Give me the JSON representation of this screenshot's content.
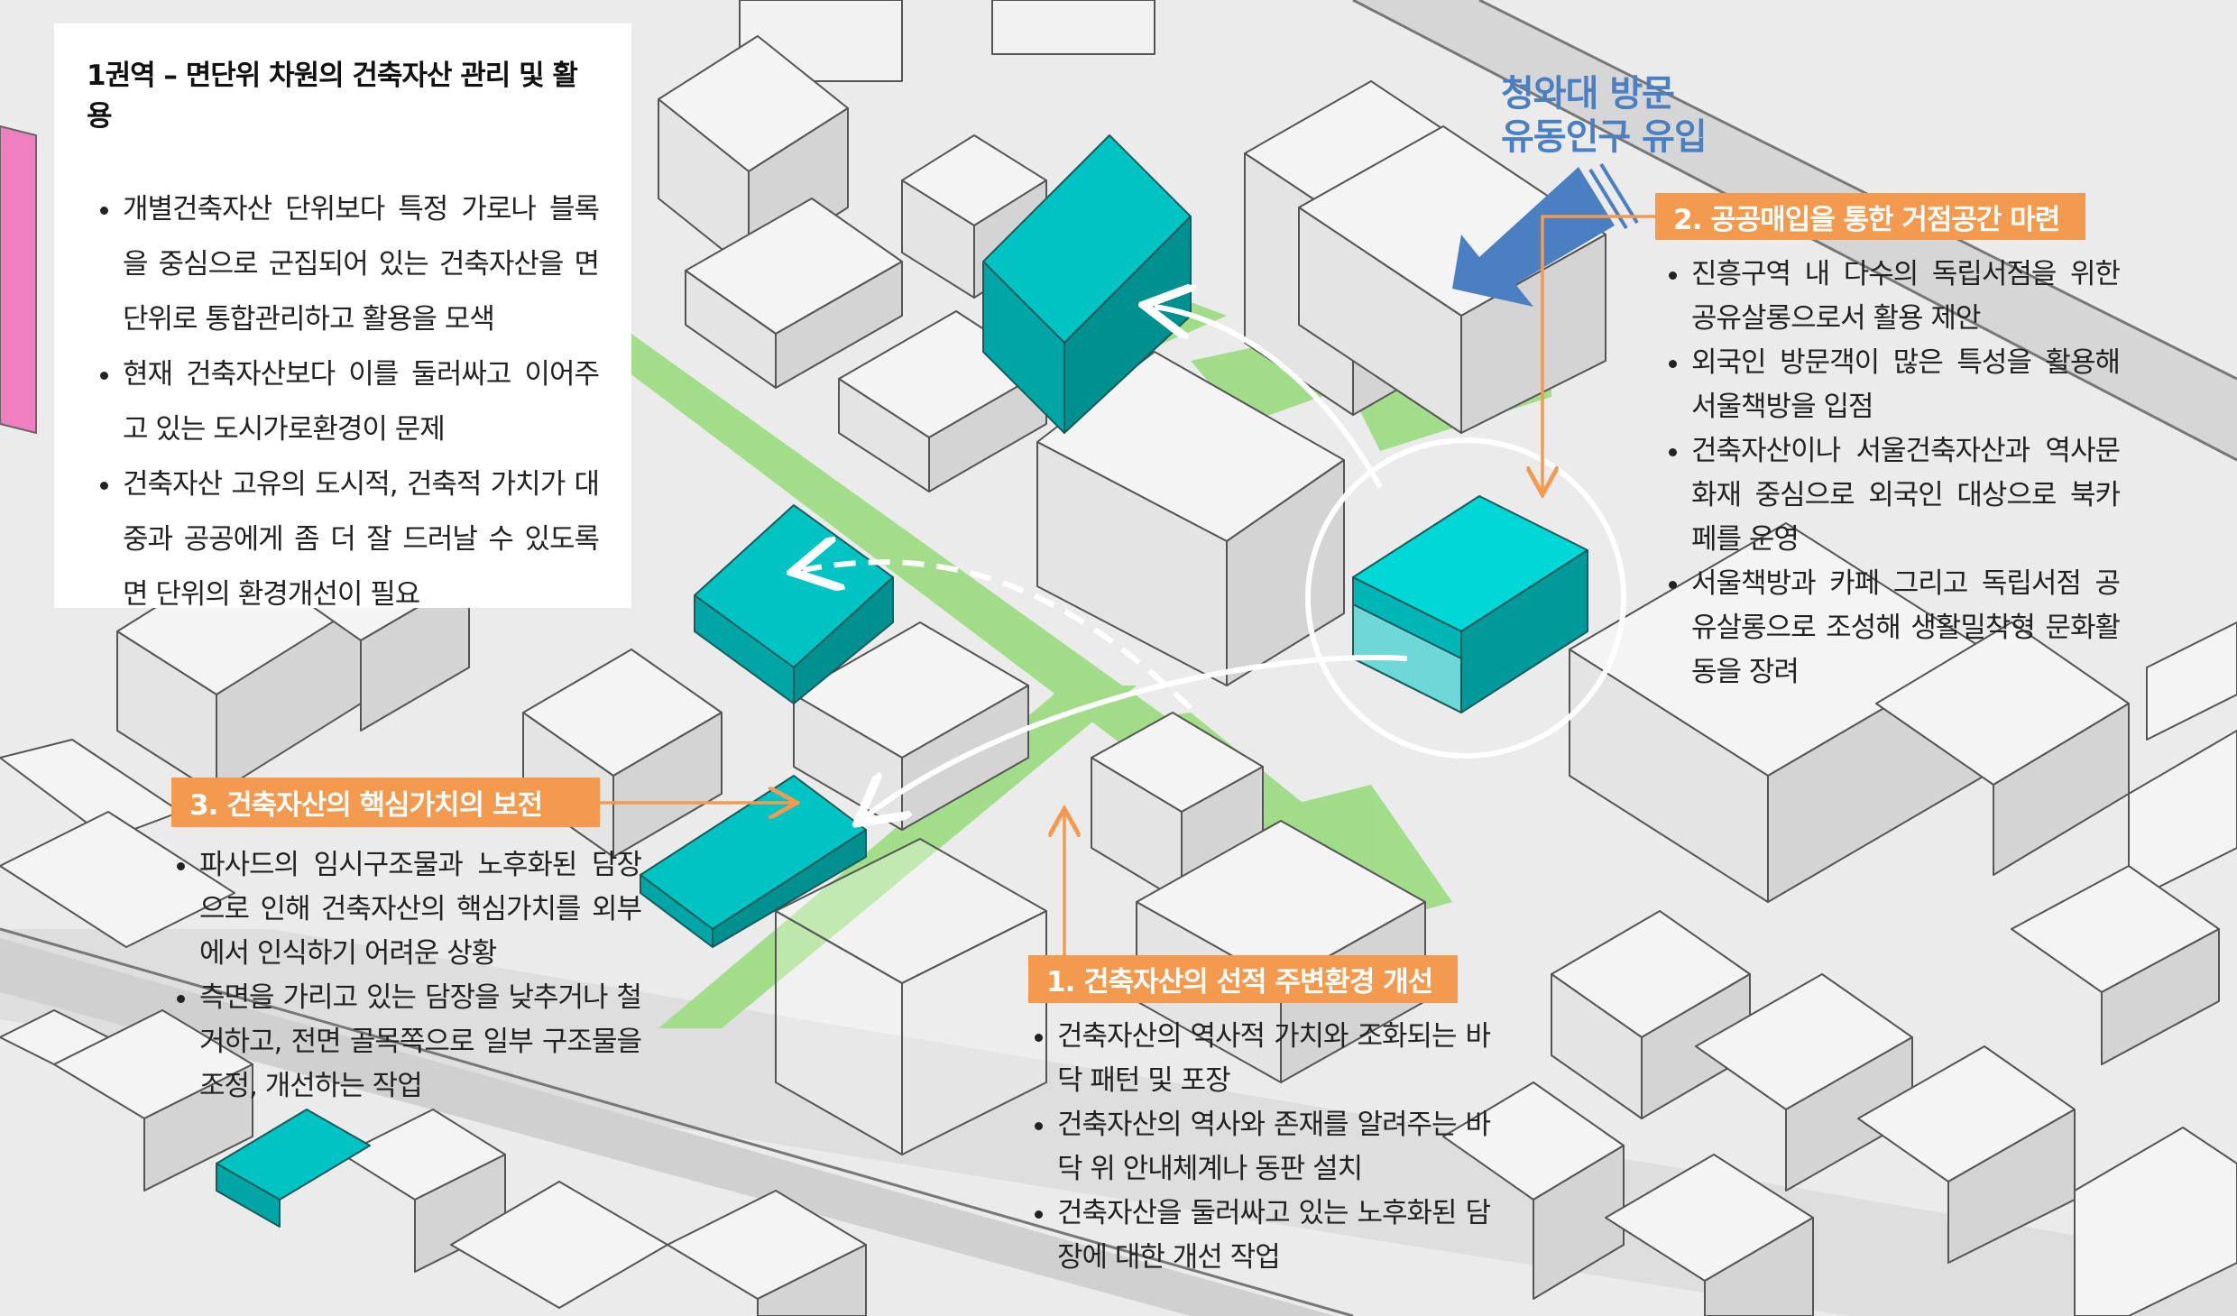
{
  "panel_left": {
    "title": "1권역 – 면단위 차원의 건축자산 관리 및 활용",
    "bullets": [
      "개별건축자산 단위보다 특정 가로나 블록을 중심으로 군집되어 있는 건축자산을 면단위로 통합관리하고 활용을 모색",
      "현재 건축자산보다 이를 둘러싸고 이어주고 있는 도시가로환경이 문제",
      "건축자산 고유의 도시적, 건축적 가치가 대중과 공공에게 좀 더 잘 드러날 수 있도록 면 단위의 환경개선이 필요"
    ]
  },
  "flow_label": {
    "line1": "청와대 방문",
    "line2": "유동인구 유입"
  },
  "label_2": {
    "title": "2. 공공매입을 통한 거점공간 마련",
    "bullets": [
      "진흥구역 내 다수의 독립서점을 위한 공유살롱으로서 활용 제안",
      "외국인 방문객이 많은 특성을 활용해 서울책방을 입점",
      "건축자산이나 서울건축자산과 역사문화재 중심으로 외국인 대상으로 북카페를 운영",
      "서울책방과 카페 그리고 독립서점 공유살롱으로 조성해 생활밀착형 문화활동을 장려"
    ]
  },
  "label_3": {
    "title": "3. 건축자산의 핵심가치의 보전",
    "bullets": [
      "파사드의 임시구조물과 노후화된 담장으로 인해 건축자산의 핵심가치를 외부에서 인식하기 어려운 상황",
      "측면을 가리고 있는 담장을 낮추거나 철거하고, 전면 골목쪽으로 일부 구조물을 조정, 개선하는 작업"
    ]
  },
  "label_1": {
    "title": "1. 건축자산의 선적 주변환경 개선",
    "bullets": [
      "건축자산의 역사적 가치와 조화되는 바닥 패턴 및 포장",
      "건축자산의 역사와 존재를 알려주는 바닥 위 안내체계나 동판 설치",
      "건축자산을 둘러싸고 있는 노후화된 담장에 대한 개선 작업"
    ]
  },
  "colors": {
    "asset_teal": "#00c4c4",
    "label_orange": "#f39a4f",
    "green_street": "#9edc84",
    "flow_blue": "#4a7fc1",
    "building_grey": "#d9d9d9",
    "background": "#ebebeb"
  },
  "icons": {
    "flow_arrow": "blue-arrow-icon",
    "leader_arrow": "orange-arrow-icon",
    "movement_arrow": "white-arrow-icon",
    "focus_circle": "focus-circle-icon"
  }
}
